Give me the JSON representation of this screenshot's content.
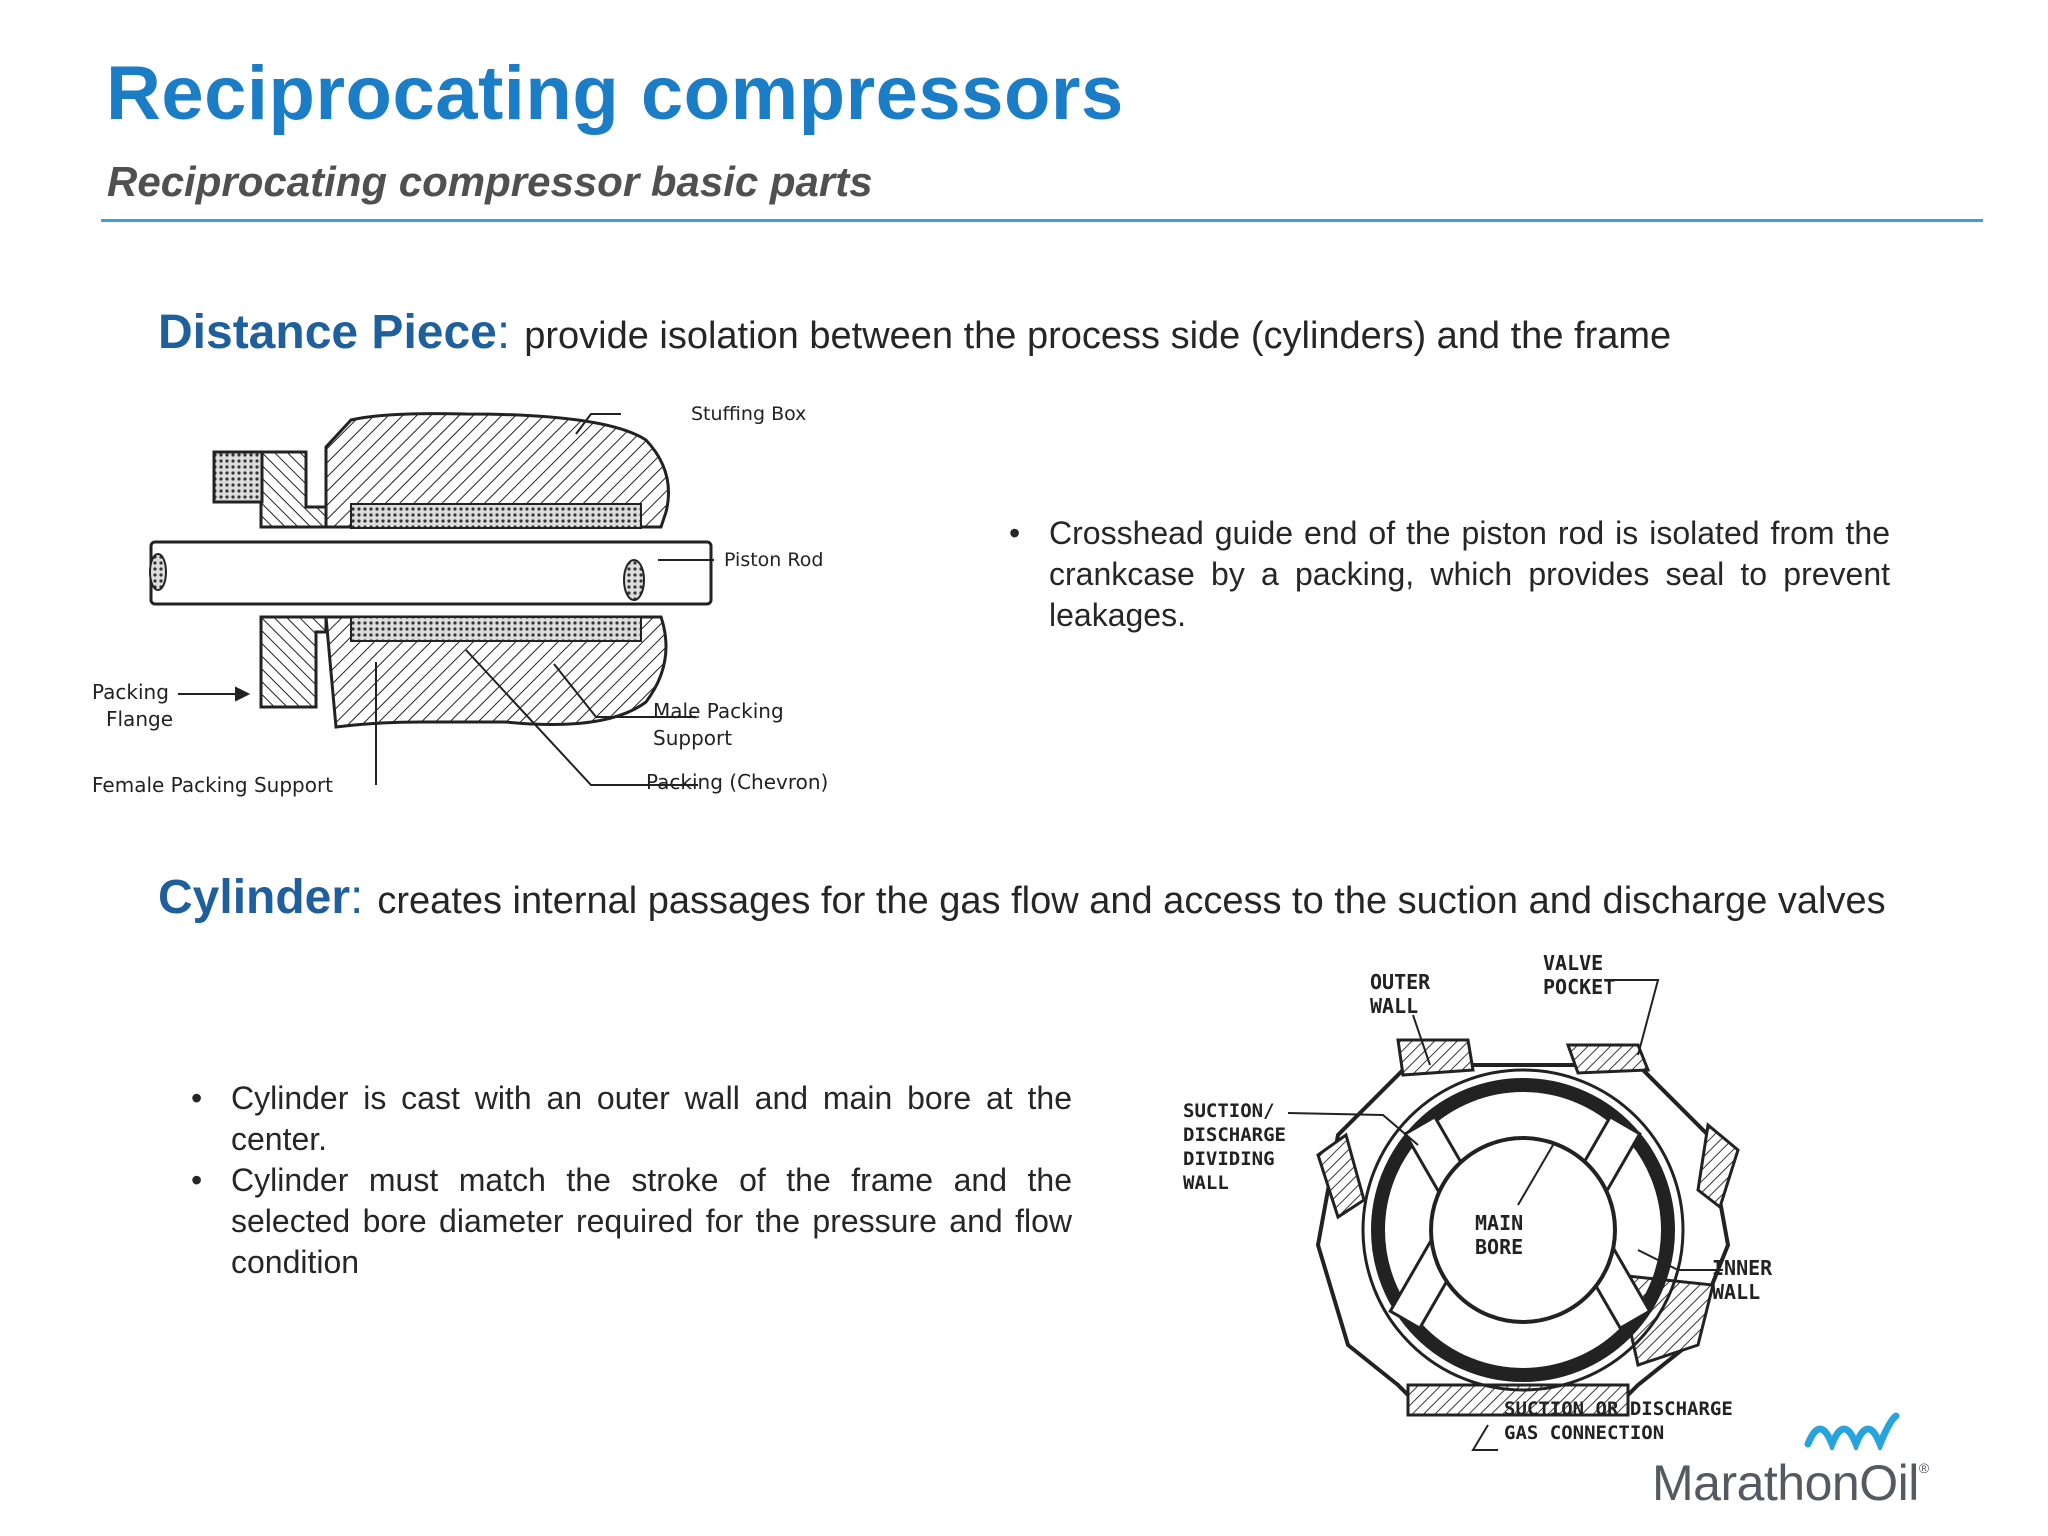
{
  "slide": {
    "title": "Reciprocating compressors",
    "subtitle": "Reciprocating compressor basic parts"
  },
  "distance_piece": {
    "term": "Distance Piece",
    "colon": ":",
    "description": "provide isolation between the process side (cylinders) and the frame",
    "bullets": [
      "Crosshead guide end of the piston rod is isolated from the crankcase by a packing, which provides seal to prevent leakages."
    ],
    "diagram_labels": {
      "stuffing_box": "Stuffing Box",
      "piston_rod": "Piston Rod",
      "packing_flange_1": "Packing",
      "packing_flange_2": "Flange",
      "male_support_1": "Male Packing",
      "male_support_2": "Support",
      "female_support": "Female Packing Support",
      "packing": "Packing (Chevron)"
    }
  },
  "cylinder": {
    "term": "Cylinder",
    "colon": ":",
    "description": "creates internal passages for the gas flow and access to the suction and discharge valves",
    "bullets": [
      "Cylinder is cast with an outer wall and main bore at the center.",
      "Cylinder must match the stroke of the frame and the selected bore diameter required for the pressure and flow condition"
    ],
    "diagram_labels": {
      "outer_wall_1": "OUTER",
      "outer_wall_2": "WALL",
      "valve_pocket_1": "VALVE",
      "valve_pocket_2": "POCKET",
      "dividing_1": "SUCTION/",
      "dividing_2": "DISCHARGE",
      "dividing_3": "DIVIDING",
      "dividing_4": "WALL",
      "main_bore_1": "MAIN",
      "main_bore_2": "BORE",
      "inner_wall_1": "INNER",
      "inner_wall_2": "WALL",
      "gas_conn_1": "SUCTION OR DISCHARGE",
      "gas_conn_2": "GAS CONNECTION"
    }
  },
  "logo": {
    "text": "MarathonOil",
    "mark": "®"
  },
  "colors": {
    "title": "#1c7dc7",
    "section_term": "#1e5f9c",
    "rule": "#36a4d9",
    "logo_blue": "#29a3dc"
  }
}
